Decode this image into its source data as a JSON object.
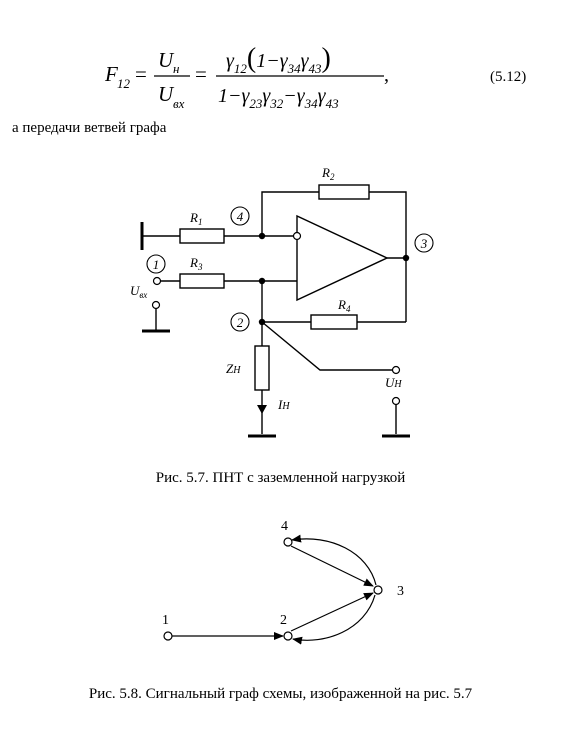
{
  "formula": {
    "lhs": "F",
    "lhs_sub": "12",
    "num1": "U",
    "num1_sub": "н",
    "den1": "U",
    "den1_sub": "вх",
    "num2": "γ12(1−γ34γ43)",
    "den2": "1−γ23γ32−γ34γ43",
    "eq_number": "(5.12)"
  },
  "text_line": "а передачи ветвей графа",
  "circuit": {
    "labels": {
      "r1": "R1",
      "r2": "R2",
      "r3": "R3",
      "r4": "R4",
      "zn": "ZН",
      "in": "IН",
      "uin": "Uвх",
      "uout": "UН",
      "n1": "1",
      "n2": "2",
      "n3": "3",
      "n4": "4"
    }
  },
  "caption_1": "Рис. 5.7. ПНТ с заземленной нагрузкой",
  "graph": {
    "nodes": [
      "1",
      "2",
      "3",
      "4"
    ]
  },
  "caption_2": "Рис. 5.8. Сигнальный граф схемы, изображенной на рис. 5.7",
  "colors": {
    "ink": "#000000",
    "background": "#ffffff"
  }
}
